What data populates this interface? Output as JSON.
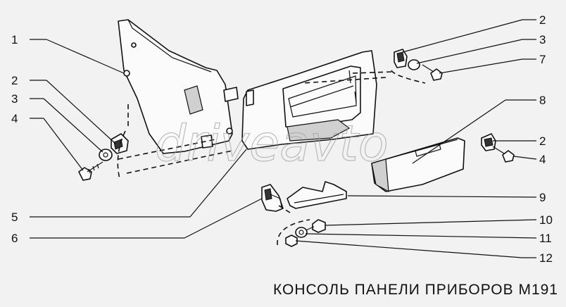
{
  "caption": "КОНСОЛЬ ПАНЕЛИ ПРИБОРОВ М191",
  "watermark": "driveavto",
  "callouts": {
    "left": [
      "1",
      "2",
      "3",
      "4",
      "5",
      "6"
    ],
    "right": [
      "2",
      "3",
      "7",
      "8",
      "2",
      "4",
      "9",
      "10",
      "11",
      "12"
    ]
  }
}
